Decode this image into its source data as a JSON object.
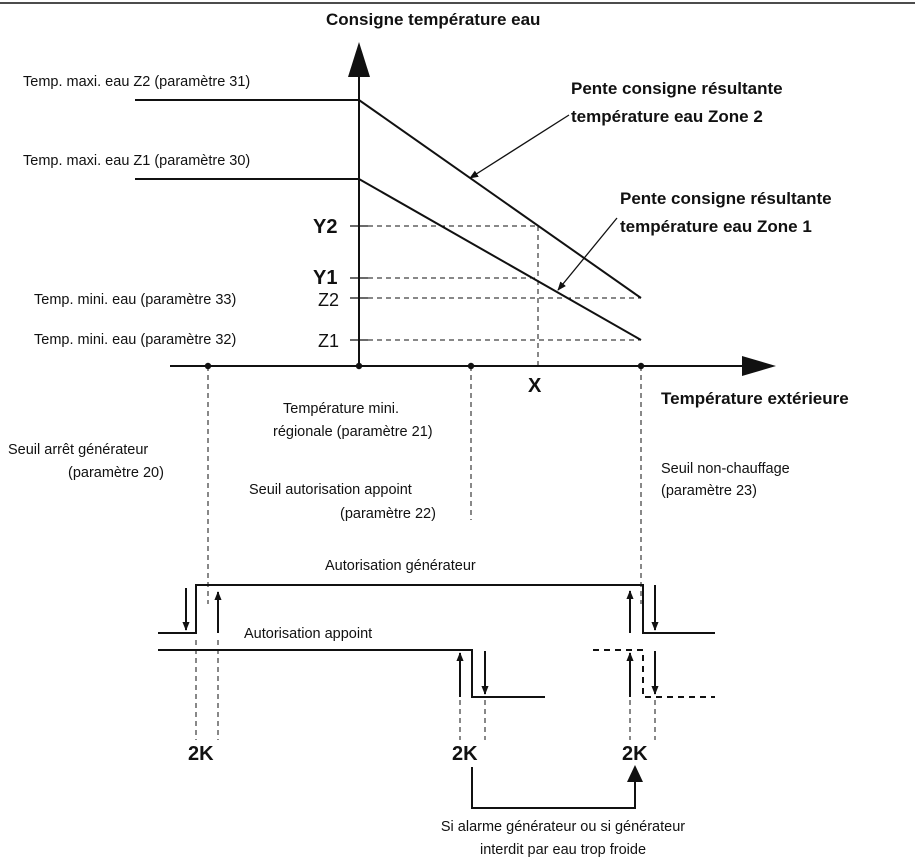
{
  "axes": {
    "y_title": "Consigne température eau",
    "x_title": "Température extérieure"
  },
  "y_levels": {
    "z2_max": "Temp. maxi. eau Z2 (paramètre 31)",
    "z1_max": "Temp. maxi. eau Z1 (paramètre 30)",
    "y2": "Y2",
    "y1": "Y1",
    "z2_min": "Temp. mini. eau (paramètre 33)",
    "z2_tag": "Z2",
    "z1_min": "Temp. mini. eau (paramètre 32)",
    "z1_tag": "Z1"
  },
  "x_marker": "X",
  "slopes": {
    "zone2": [
      "Pente consigne résultante",
      "température eau Zone 2"
    ],
    "zone1": [
      "Pente consigne résultante",
      "température eau Zone 1"
    ]
  },
  "thresholds": {
    "regional_min": [
      "Température mini.",
      "régionale (paramètre 21)"
    ],
    "generator_stop": [
      "Seuil arrêt générateur",
      "(paramètre 20)"
    ],
    "appoint_auth": [
      "Seuil autorisation appoint",
      "(paramètre 22)"
    ],
    "no_heating": [
      "Seuil non-chauffage",
      "(paramètre 23)"
    ]
  },
  "signals": {
    "generator_auth": "Autorisation générateur",
    "appoint_auth": "Autorisation appoint"
  },
  "hysteresis": {
    "left": "2K",
    "middle": "2K",
    "right": "2K"
  },
  "footnote": [
    "Si alarme générateur ou si générateur",
    "interdit par eau trop froide"
  ]
}
